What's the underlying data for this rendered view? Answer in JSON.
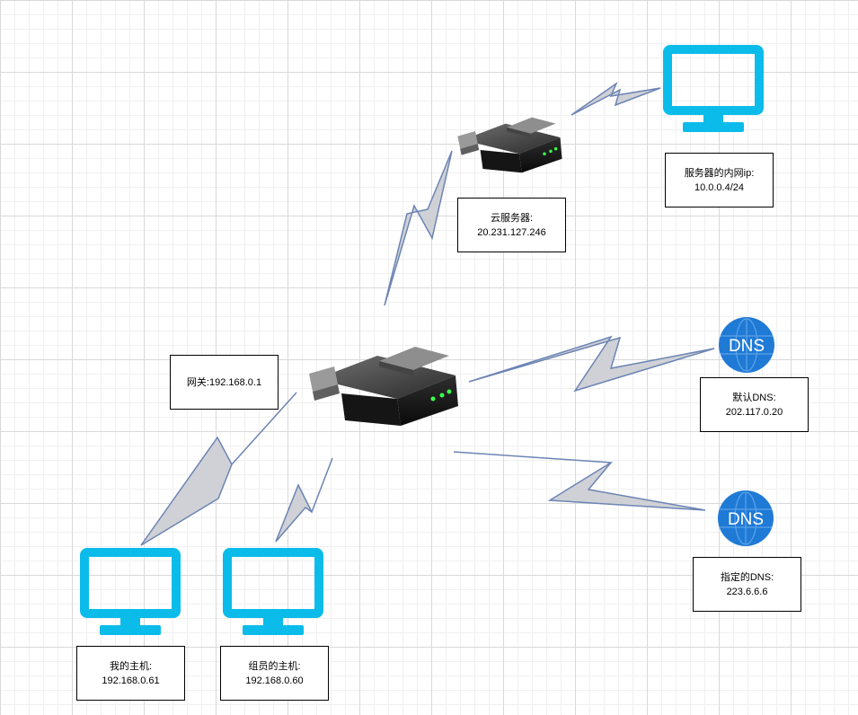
{
  "colors": {
    "monitor": "#0bbcea",
    "link_fill": "#cfd1d6",
    "link_stroke": "#6c84b4",
    "dns_badge": "#1f7ad6"
  },
  "nodes": {
    "cloud_server": {
      "title": "云服务器:",
      "ip": "20.231.127.246"
    },
    "server_lan": {
      "title": "服务器的内网ip:",
      "ip": "10.0.0.4/24"
    },
    "gateway": {
      "text": "网关:192.168.0.1"
    },
    "default_dns": {
      "title": "默认DNS:",
      "ip": "202.117.0.20",
      "badge": "DNS"
    },
    "custom_dns": {
      "title": "指定的DNS:",
      "ip": "223.6.6.6",
      "badge": "DNS"
    },
    "my_host": {
      "title": "我的主机:",
      "ip": "192.168.0.61"
    },
    "member_host": {
      "title": "组员的主机:",
      "ip": "192.168.0.60"
    }
  }
}
